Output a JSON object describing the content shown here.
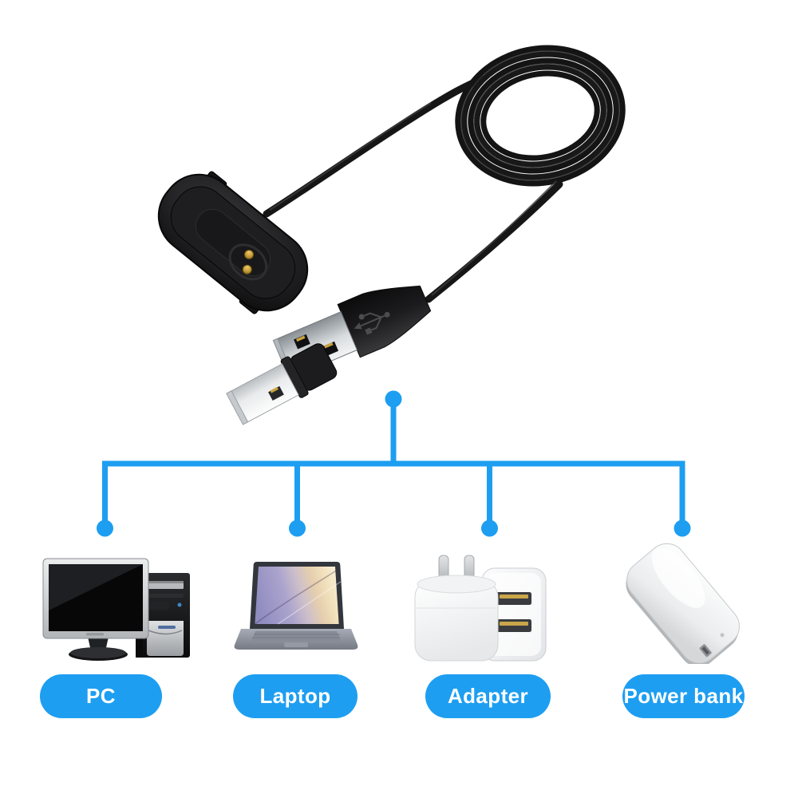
{
  "image": {
    "kind": "product-connectivity-diagram",
    "background_color": "#ffffff",
    "accent_color": "#1d9ef1"
  },
  "product": {
    "name": "fitness-tracker-charging-cable",
    "description": "Black clip-on charger with gold charging pins, coiled black USB cord, USB-A plug and detachable USB adapter",
    "cable_color": "#161616",
    "pin_color": "#c9a23f",
    "parts": [
      "charger-clip",
      "charging-pins",
      "cable-coil",
      "usb-plug",
      "usb-adapter-plug"
    ]
  },
  "diagram": {
    "type": "tree",
    "root": "usb-plug",
    "line_color": "#1d9ef1",
    "pill_color": "#1d9ef1",
    "pill_text_color": "#ffffff",
    "targets": [
      {
        "id": "pc",
        "label": "PC"
      },
      {
        "id": "laptop",
        "label": "Laptop"
      },
      {
        "id": "adapter",
        "label": "Adapter"
      },
      {
        "id": "power-bank",
        "label": "Power bank"
      }
    ]
  }
}
